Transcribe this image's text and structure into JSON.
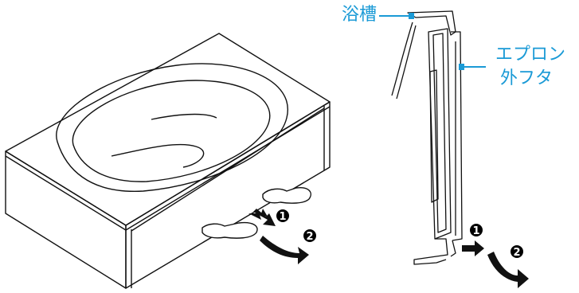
{
  "callouts": {
    "bathtub": "浴槽",
    "apron_line1": "エプロン",
    "apron_line2": "外フタ"
  },
  "steps": {
    "step1": "1",
    "step2": "2"
  },
  "colors": {
    "accent": "#1a9ad6",
    "line": "#111111",
    "marker": "#000000"
  }
}
